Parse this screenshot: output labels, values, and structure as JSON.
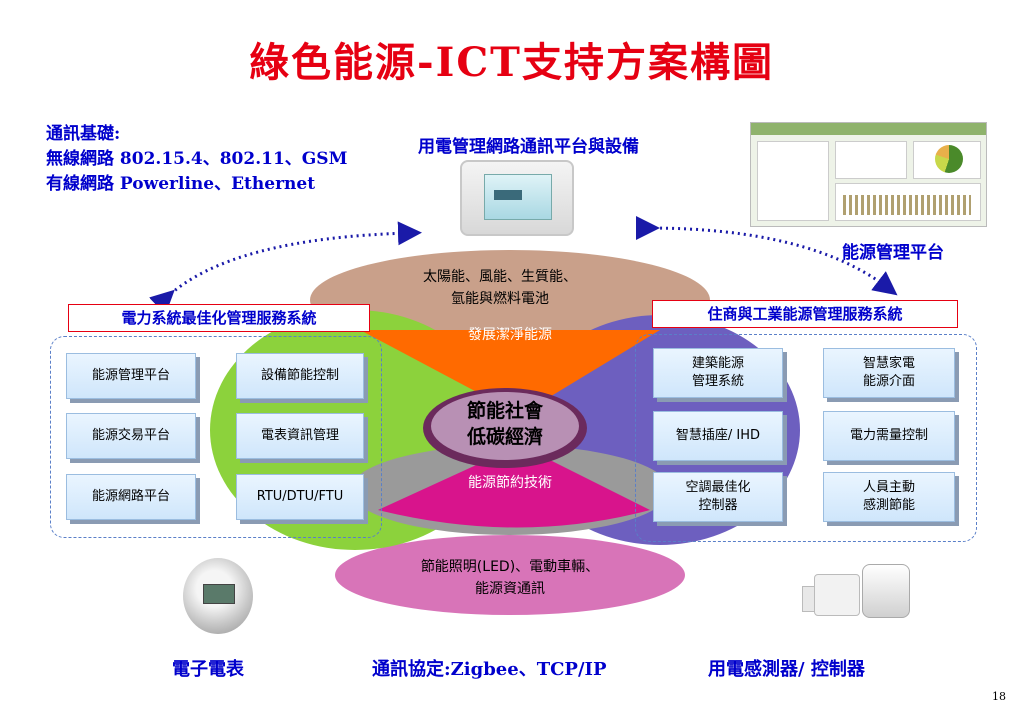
{
  "title": "綠色能源-ICT支持方案構圖",
  "comm_basis": {
    "label": "通訊基礎:",
    "wireless": "無線網路 802.15.4、802.11、GSM",
    "wired": "有線網路 Powerline、Ethernet"
  },
  "top_center_label": "用電管理網路通訊平台與設備",
  "top_right_label": "能源管理平台",
  "left_system_title": "電力系統最佳化管理服務系統",
  "right_system_title": "住商與工業能源管理服務系統",
  "left_buttons": [
    "能源管理平台",
    "設備節能控制",
    "能源交易平台",
    "電表資訊管理",
    "能源網路平台",
    "RTU/DTU/FTU"
  ],
  "right_buttons": [
    "建築能源\n管理系統",
    "智慧家電\n能源介面",
    "智慧插座/ IHD",
    "電力需量控制",
    "空調最佳化\n控制器",
    "人員主動\n感測節能"
  ],
  "wheel": {
    "top_text": "太陽能、風能、生質能、\n氫能與燃料電池",
    "orange": "發展潔淨能源",
    "magenta": "能源節約技術",
    "core": "節能社會\n低碳經濟",
    "bottom_text": "節能照明(LED)、電動車輛、\n能源資通訊"
  },
  "bottom_labels": {
    "meter": "電子電表",
    "protocol": "通訊協定:Zigbee、TCP/IP",
    "sensors": "用電感測器/ 控制器"
  },
  "page_number": "18",
  "colors": {
    "title": "#e60012",
    "label_blue": "#0000cc",
    "orange": "#ff6a00",
    "magenta": "#d8148c",
    "green": "#8cd23c",
    "purple": "#6d5fbf",
    "brown_ellipse": "#c9a08a",
    "pink_ellipse": "#d874b8"
  }
}
